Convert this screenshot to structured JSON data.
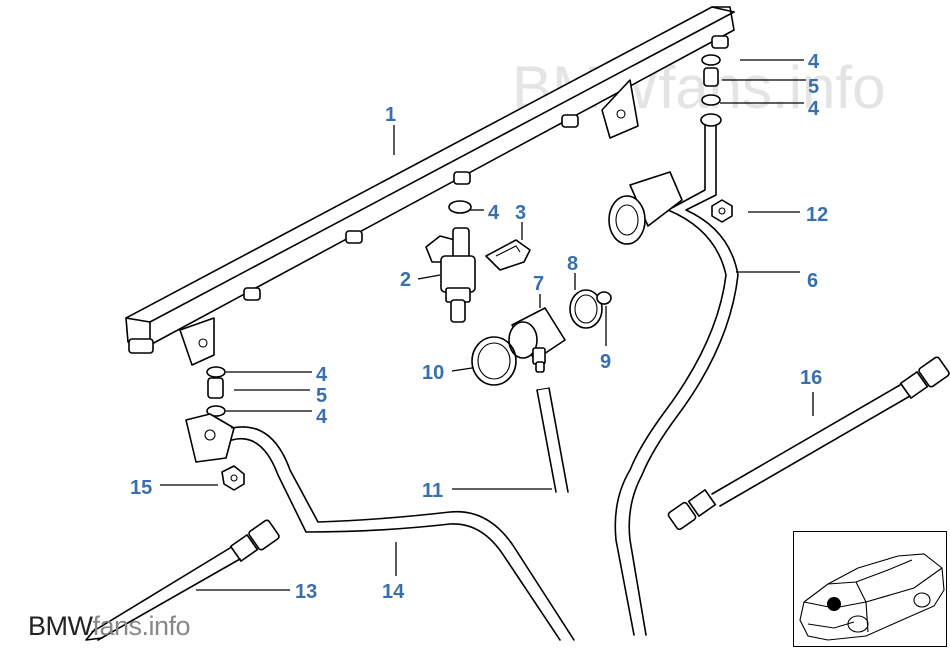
{
  "watermark_top": "BMWfans.info",
  "watermark_bottom": {
    "bold": "BMW",
    "light": "fans.info"
  },
  "parts": [
    {
      "id": "1",
      "label": "1"
    },
    {
      "id": "2",
      "label": "2"
    },
    {
      "id": "3",
      "label": "3"
    },
    {
      "id": "4a",
      "label": "4"
    },
    {
      "id": "4b",
      "label": "4"
    },
    {
      "id": "4c",
      "label": "4"
    },
    {
      "id": "4d",
      "label": "4"
    },
    {
      "id": "4e",
      "label": "4"
    },
    {
      "id": "5a",
      "label": "5"
    },
    {
      "id": "5b",
      "label": "5"
    },
    {
      "id": "6",
      "label": "6"
    },
    {
      "id": "7",
      "label": "7"
    },
    {
      "id": "8",
      "label": "8"
    },
    {
      "id": "9",
      "label": "9"
    },
    {
      "id": "10",
      "label": "10"
    },
    {
      "id": "11",
      "label": "11"
    },
    {
      "id": "12",
      "label": "12"
    },
    {
      "id": "13",
      "label": "13"
    },
    {
      "id": "14",
      "label": "14"
    },
    {
      "id": "15",
      "label": "15"
    },
    {
      "id": "16",
      "label": "16"
    }
  ],
  "colors": {
    "label": "#3a6fae",
    "line": "#000000",
    "watermark": "#e4e4e4"
  }
}
